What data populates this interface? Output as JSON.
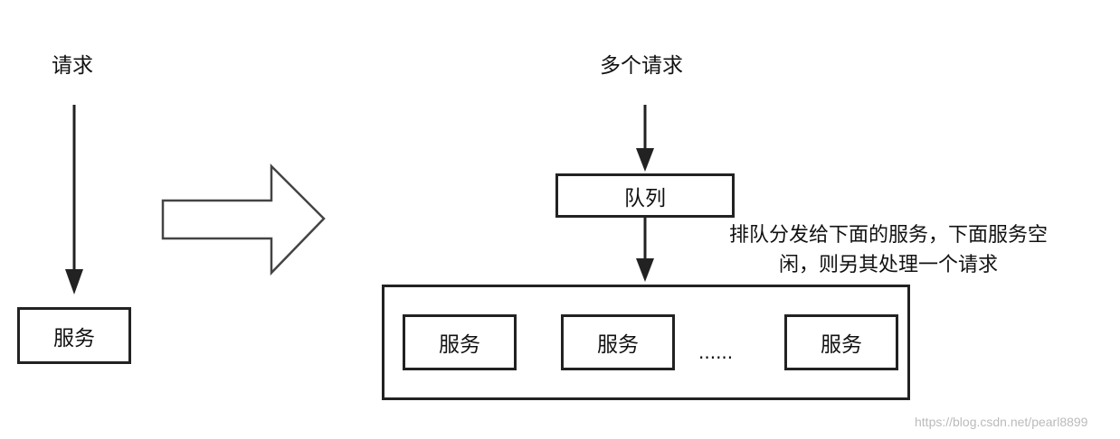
{
  "left_flow": {
    "request_label": "请求",
    "service_label": "服务"
  },
  "right_flow": {
    "requests_label": "多个请求",
    "queue_label": "队列",
    "dispatch_note_line1": "排队分发给下面的服务，下面服务空",
    "dispatch_note_line2": "闲，则另其处理一个请求",
    "services": [
      "服务",
      "服务",
      "服务"
    ],
    "ellipsis": "......"
  },
  "watermark": "https://blog.csdn.net/pearl8899"
}
